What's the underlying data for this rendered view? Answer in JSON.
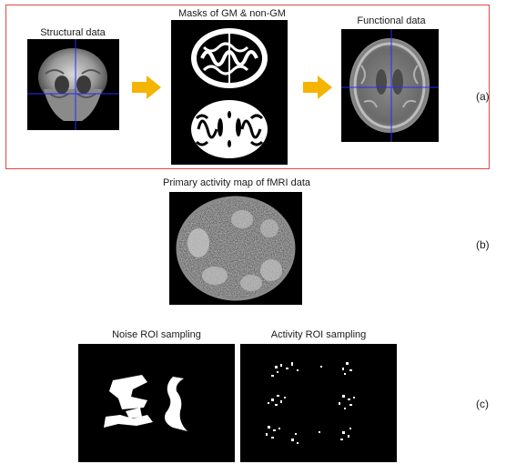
{
  "panel_a": {
    "label": "(a)",
    "structural_title": "Structural data",
    "masks_title": "Masks of GM & non-GM",
    "functional_title": "Functional data",
    "arrow_color": "#f5b400",
    "frame_color": "#e04848",
    "crosshair_color": "#2a2aff"
  },
  "panel_b": {
    "label": "(b)",
    "title": "Primary activity map of fMRI data"
  },
  "panel_c": {
    "label": "(c)",
    "noise_title": "Noise ROI sampling",
    "activity_title": "Activity ROI sampling"
  }
}
